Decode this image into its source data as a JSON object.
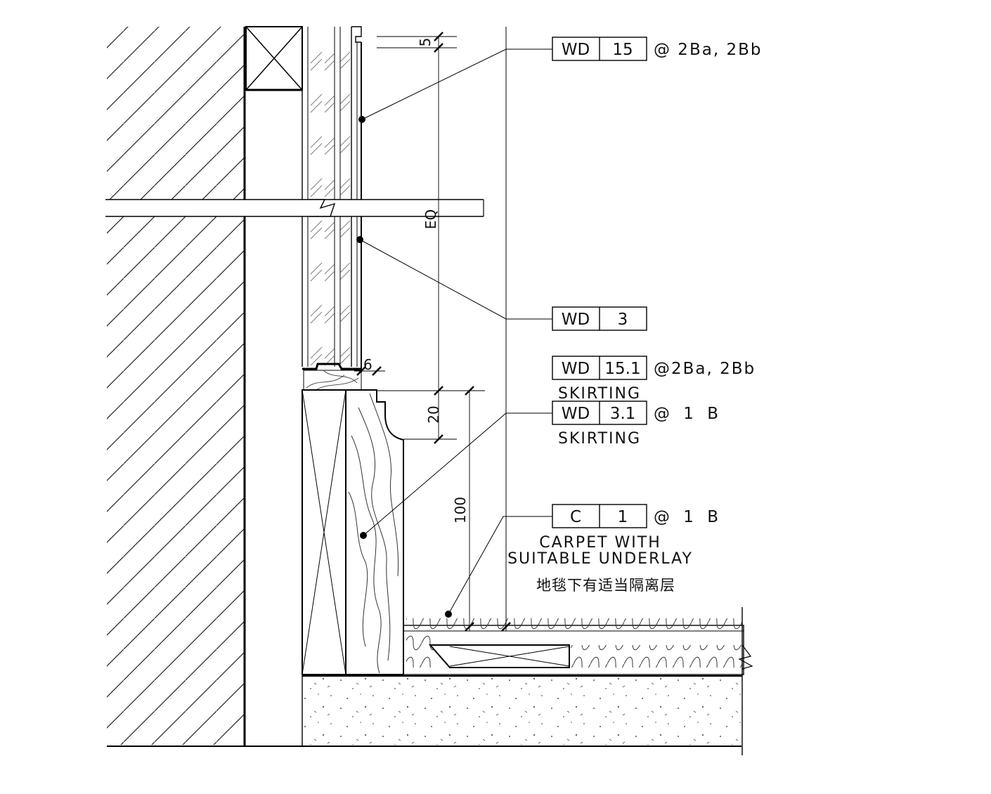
{
  "tags": {
    "wd15": {
      "code": "WD",
      "num": "15",
      "suffix": "@ 2Ba, 2Bb"
    },
    "wd3": {
      "code": "WD",
      "num": "3"
    },
    "wd151": {
      "code": "WD",
      "num": "15.1",
      "suffix": "@2Ba, 2Bb",
      "note": "SKIRTING"
    },
    "wd31": {
      "code": "WD",
      "num": "3.1",
      "suffix": "@ 1 B",
      "note": "SKIRTING"
    },
    "c1": {
      "code": "C",
      "num": "1",
      "suffix": "@ 1 B"
    }
  },
  "notes": {
    "carpet_line1": "CARPET WITH",
    "carpet_line2": "SUITABLE UNDERLAY",
    "carpet_cn": "地毯下有适当隔离层"
  },
  "dimensions": {
    "gap_top": "5",
    "eq": "EQ",
    "reveal": "6",
    "skirting_profile": "20",
    "skirting_height": "100"
  }
}
